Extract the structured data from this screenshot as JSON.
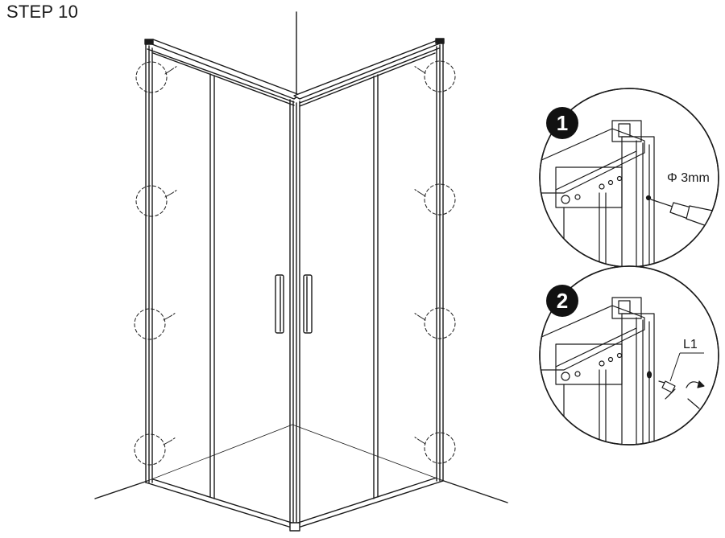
{
  "step": {
    "title": "STEP 10"
  },
  "callouts": [
    {
      "number": "1",
      "annotation": "Φ 3mm"
    },
    {
      "number": "2",
      "annotation": "L1"
    }
  ],
  "icons": [
    "drill-icon",
    "screw-icon",
    "screwdriver-rotation-icon"
  ],
  "colors": {
    "line": "#1a1a1a",
    "callout_fill": "#111111",
    "callout_text": "#ffffff",
    "background": "#ffffff"
  }
}
